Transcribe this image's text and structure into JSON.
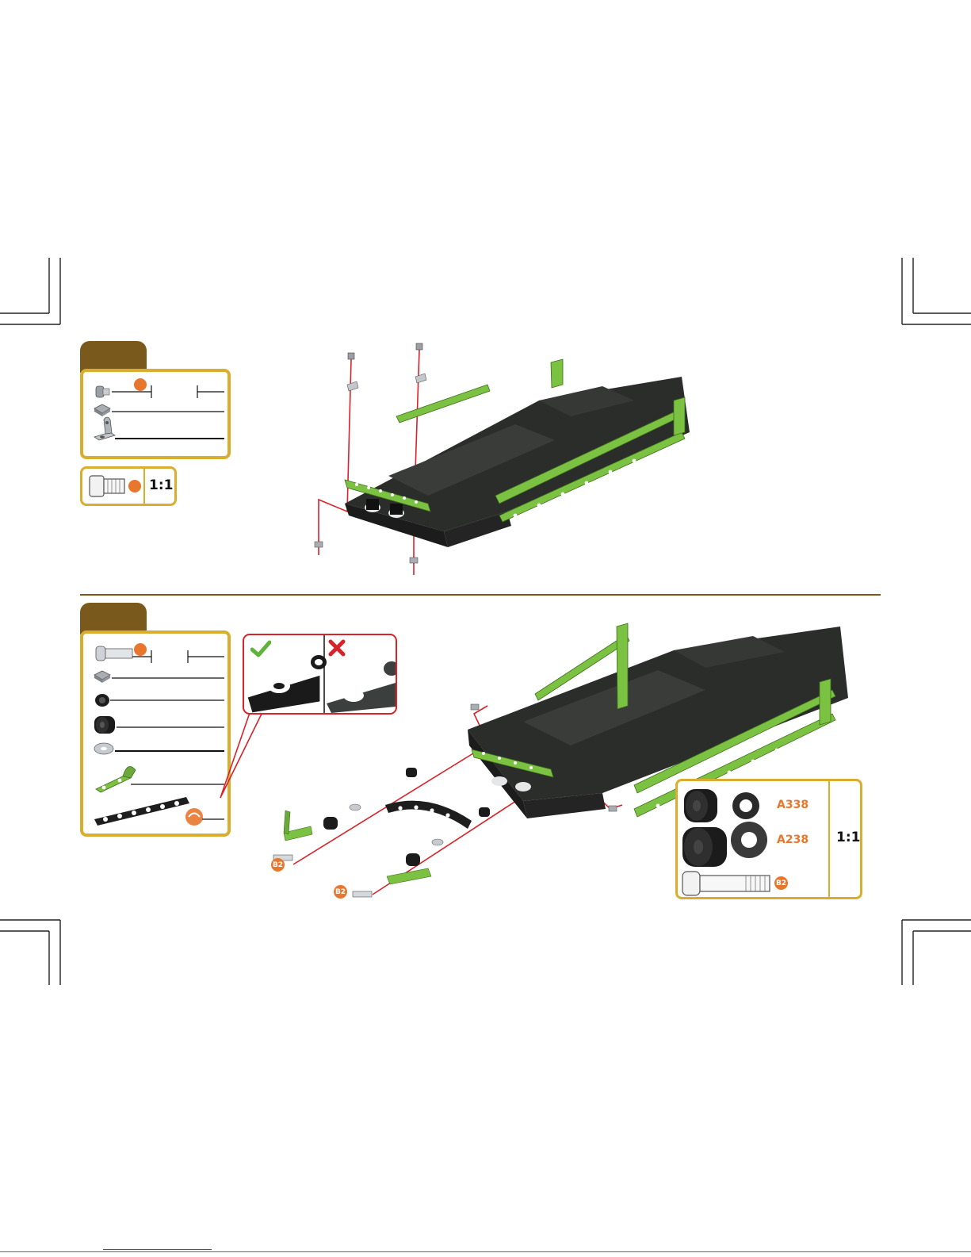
{
  "scale_box_1": {
    "ratio": "1:1"
  },
  "scale_box_2": {
    "ratio": "1:1",
    "rows": [
      {
        "code": "A338"
      },
      {
        "code": "A238"
      }
    ],
    "screw_tag": "B2"
  },
  "exploded_view_2": {
    "screw_tags": [
      "B2",
      "B2"
    ]
  },
  "orientation_callout": {
    "correct_icon": "check-icon",
    "wrong_icon": "cross-icon"
  },
  "colors": {
    "accent_gold": "#d9ae2e",
    "tab_brown": "#7a5a1c",
    "highlight_orange": "#e8772d",
    "green_part": "#7cc242",
    "assembly_line_red": "#d8232a",
    "chassis_black": "#2b2d2b"
  }
}
